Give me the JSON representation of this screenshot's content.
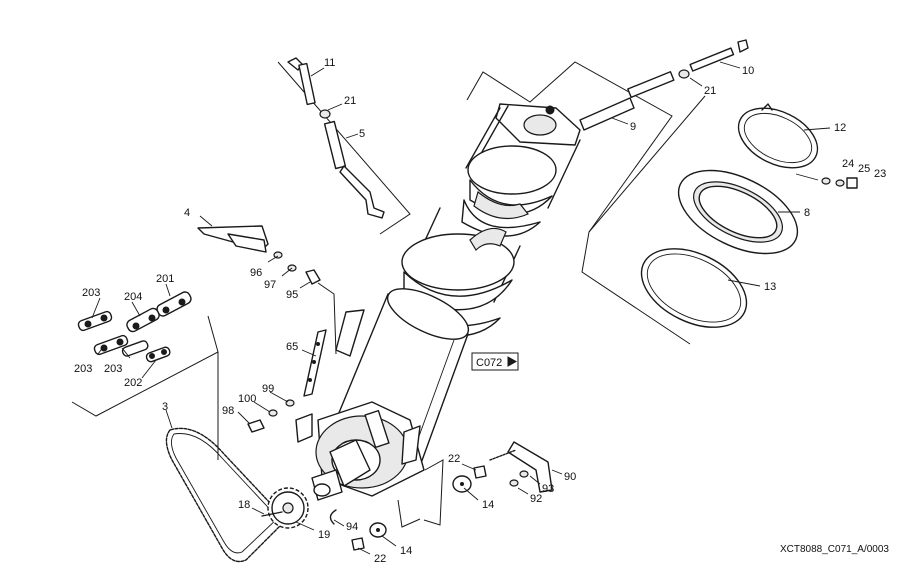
{
  "diagram": {
    "drawing_code": "XCT8088_C071_A/0003",
    "reference_box": "C072",
    "callouts": [
      {
        "id": "c11",
        "label": "11"
      },
      {
        "id": "c21a",
        "label": "21"
      },
      {
        "id": "c5",
        "label": "5"
      },
      {
        "id": "c10",
        "label": "10"
      },
      {
        "id": "c21b",
        "label": "21"
      },
      {
        "id": "c9",
        "label": "9"
      },
      {
        "id": "c12",
        "label": "12"
      },
      {
        "id": "c24",
        "label": "24"
      },
      {
        "id": "c25",
        "label": "25"
      },
      {
        "id": "c23",
        "label": "23"
      },
      {
        "id": "c8",
        "label": "8"
      },
      {
        "id": "c13",
        "label": "13"
      },
      {
        "id": "c4",
        "label": "4"
      },
      {
        "id": "c96",
        "label": "96"
      },
      {
        "id": "c97",
        "label": "97"
      },
      {
        "id": "c95",
        "label": "95"
      },
      {
        "id": "c201",
        "label": "201"
      },
      {
        "id": "c203a",
        "label": "203"
      },
      {
        "id": "c204",
        "label": "204"
      },
      {
        "id": "c203b",
        "label": "203"
      },
      {
        "id": "c203c",
        "label": "203"
      },
      {
        "id": "c202",
        "label": "202"
      },
      {
        "id": "c65",
        "label": "65"
      },
      {
        "id": "c3",
        "label": "3"
      },
      {
        "id": "c99",
        "label": "99"
      },
      {
        "id": "c100",
        "label": "100"
      },
      {
        "id": "c98",
        "label": "98"
      },
      {
        "id": "c22a",
        "label": "22"
      },
      {
        "id": "c90",
        "label": "90"
      },
      {
        "id": "c93",
        "label": "93"
      },
      {
        "id": "c92",
        "label": "92"
      },
      {
        "id": "c14a",
        "label": "14"
      },
      {
        "id": "c18",
        "label": "18"
      },
      {
        "id": "c19",
        "label": "19"
      },
      {
        "id": "c94",
        "label": "94"
      },
      {
        "id": "c14b",
        "label": "14"
      },
      {
        "id": "c22b",
        "label": "22"
      }
    ]
  }
}
